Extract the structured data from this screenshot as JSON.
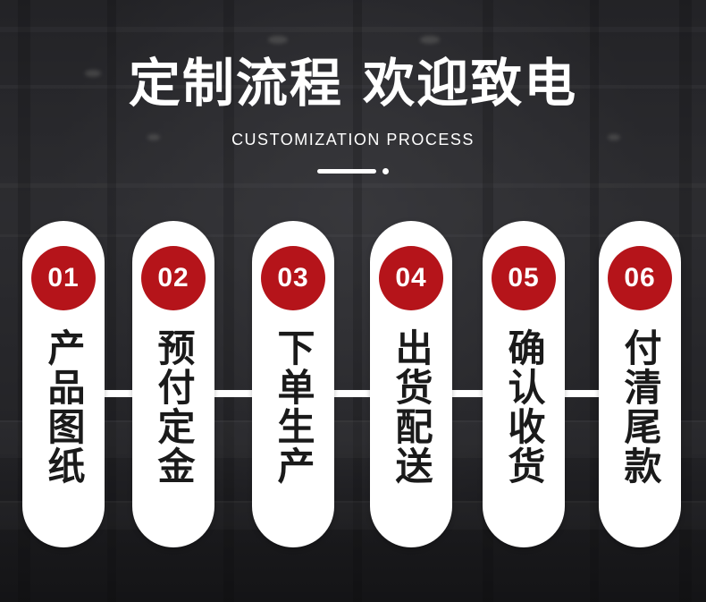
{
  "title": "定制流程 欢迎致电",
  "subtitle": "CUSTOMIZATION PROCESS",
  "colors": {
    "accent": "#b5141a",
    "card": "#ffffff",
    "text_dark": "#1a1a1a",
    "text_light": "#ffffff"
  },
  "steps": [
    {
      "number": "01",
      "label": "产品图纸"
    },
    {
      "number": "02",
      "label": "预付定金"
    },
    {
      "number": "03",
      "label": "下单生产"
    },
    {
      "number": "04",
      "label": "出货配送"
    },
    {
      "number": "05",
      "label": "确认收货"
    },
    {
      "number": "06",
      "label": "付清尾款"
    }
  ]
}
